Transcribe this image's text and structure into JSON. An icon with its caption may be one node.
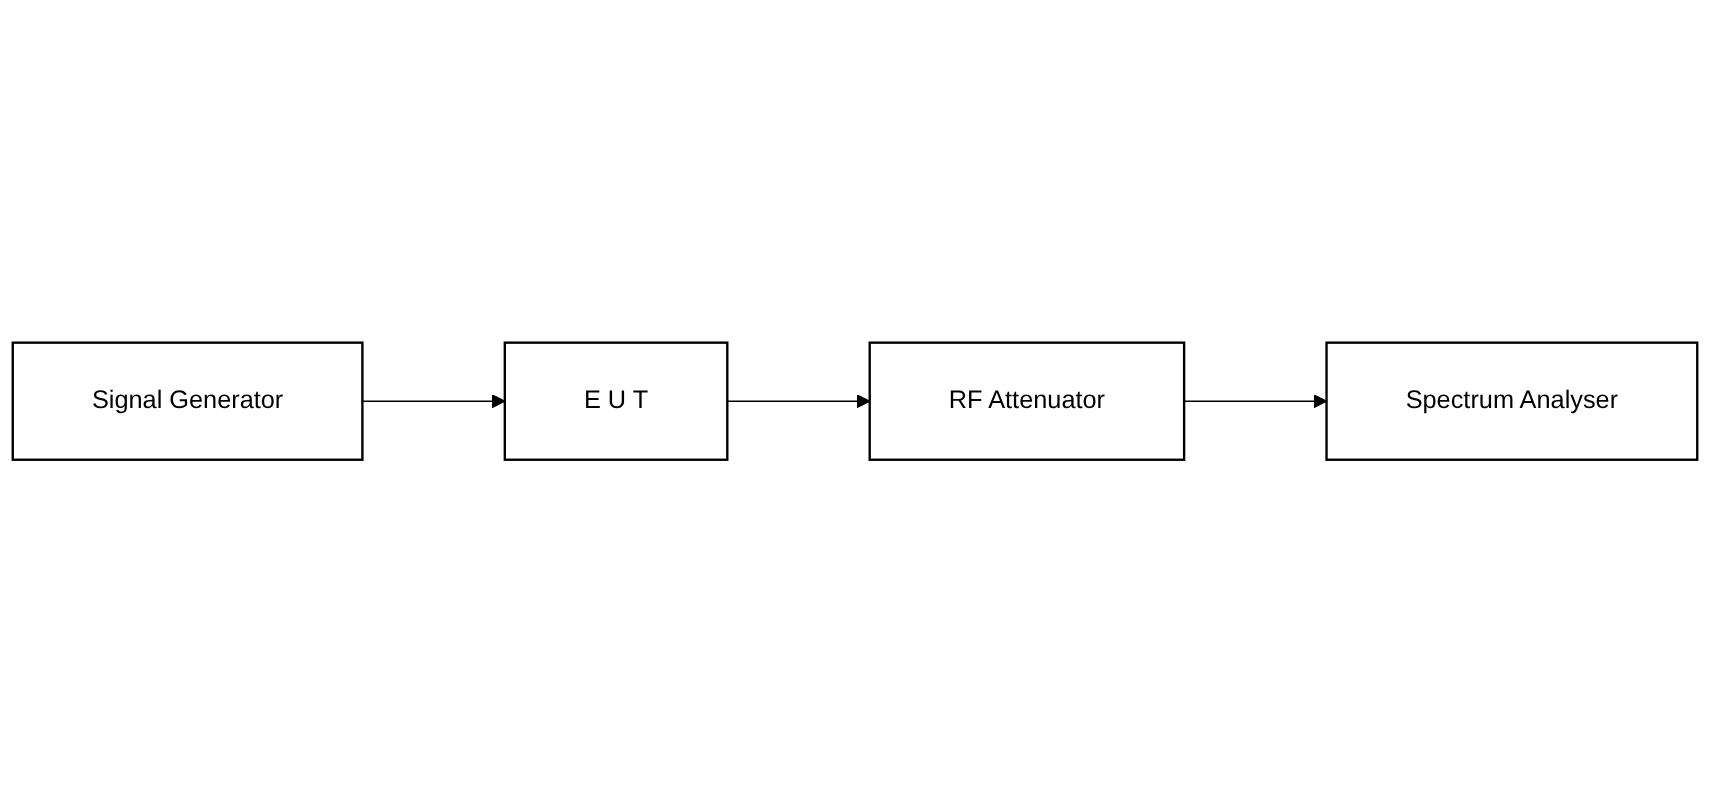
{
  "diagram": {
    "nodes": [
      {
        "text": [
          "E U T"
        ]
      },
      {
        "text": [
          "RF Attenuator"
        ]
      },
      {
        "text": [
          "Spectrum Analyser"
        ]
      },
      {
        "text": [
          "Signal Generator"
        ]
      }
    ],
    "edges": [
      {
        "from": 0,
        "to": 1,
        "arrow": "to"
      },
      {
        "from": 1,
        "to": 2,
        "arrow": "to"
      },
      {
        "from": 3,
        "to": 0,
        "arrow": "to"
      }
    ]
  }
}
